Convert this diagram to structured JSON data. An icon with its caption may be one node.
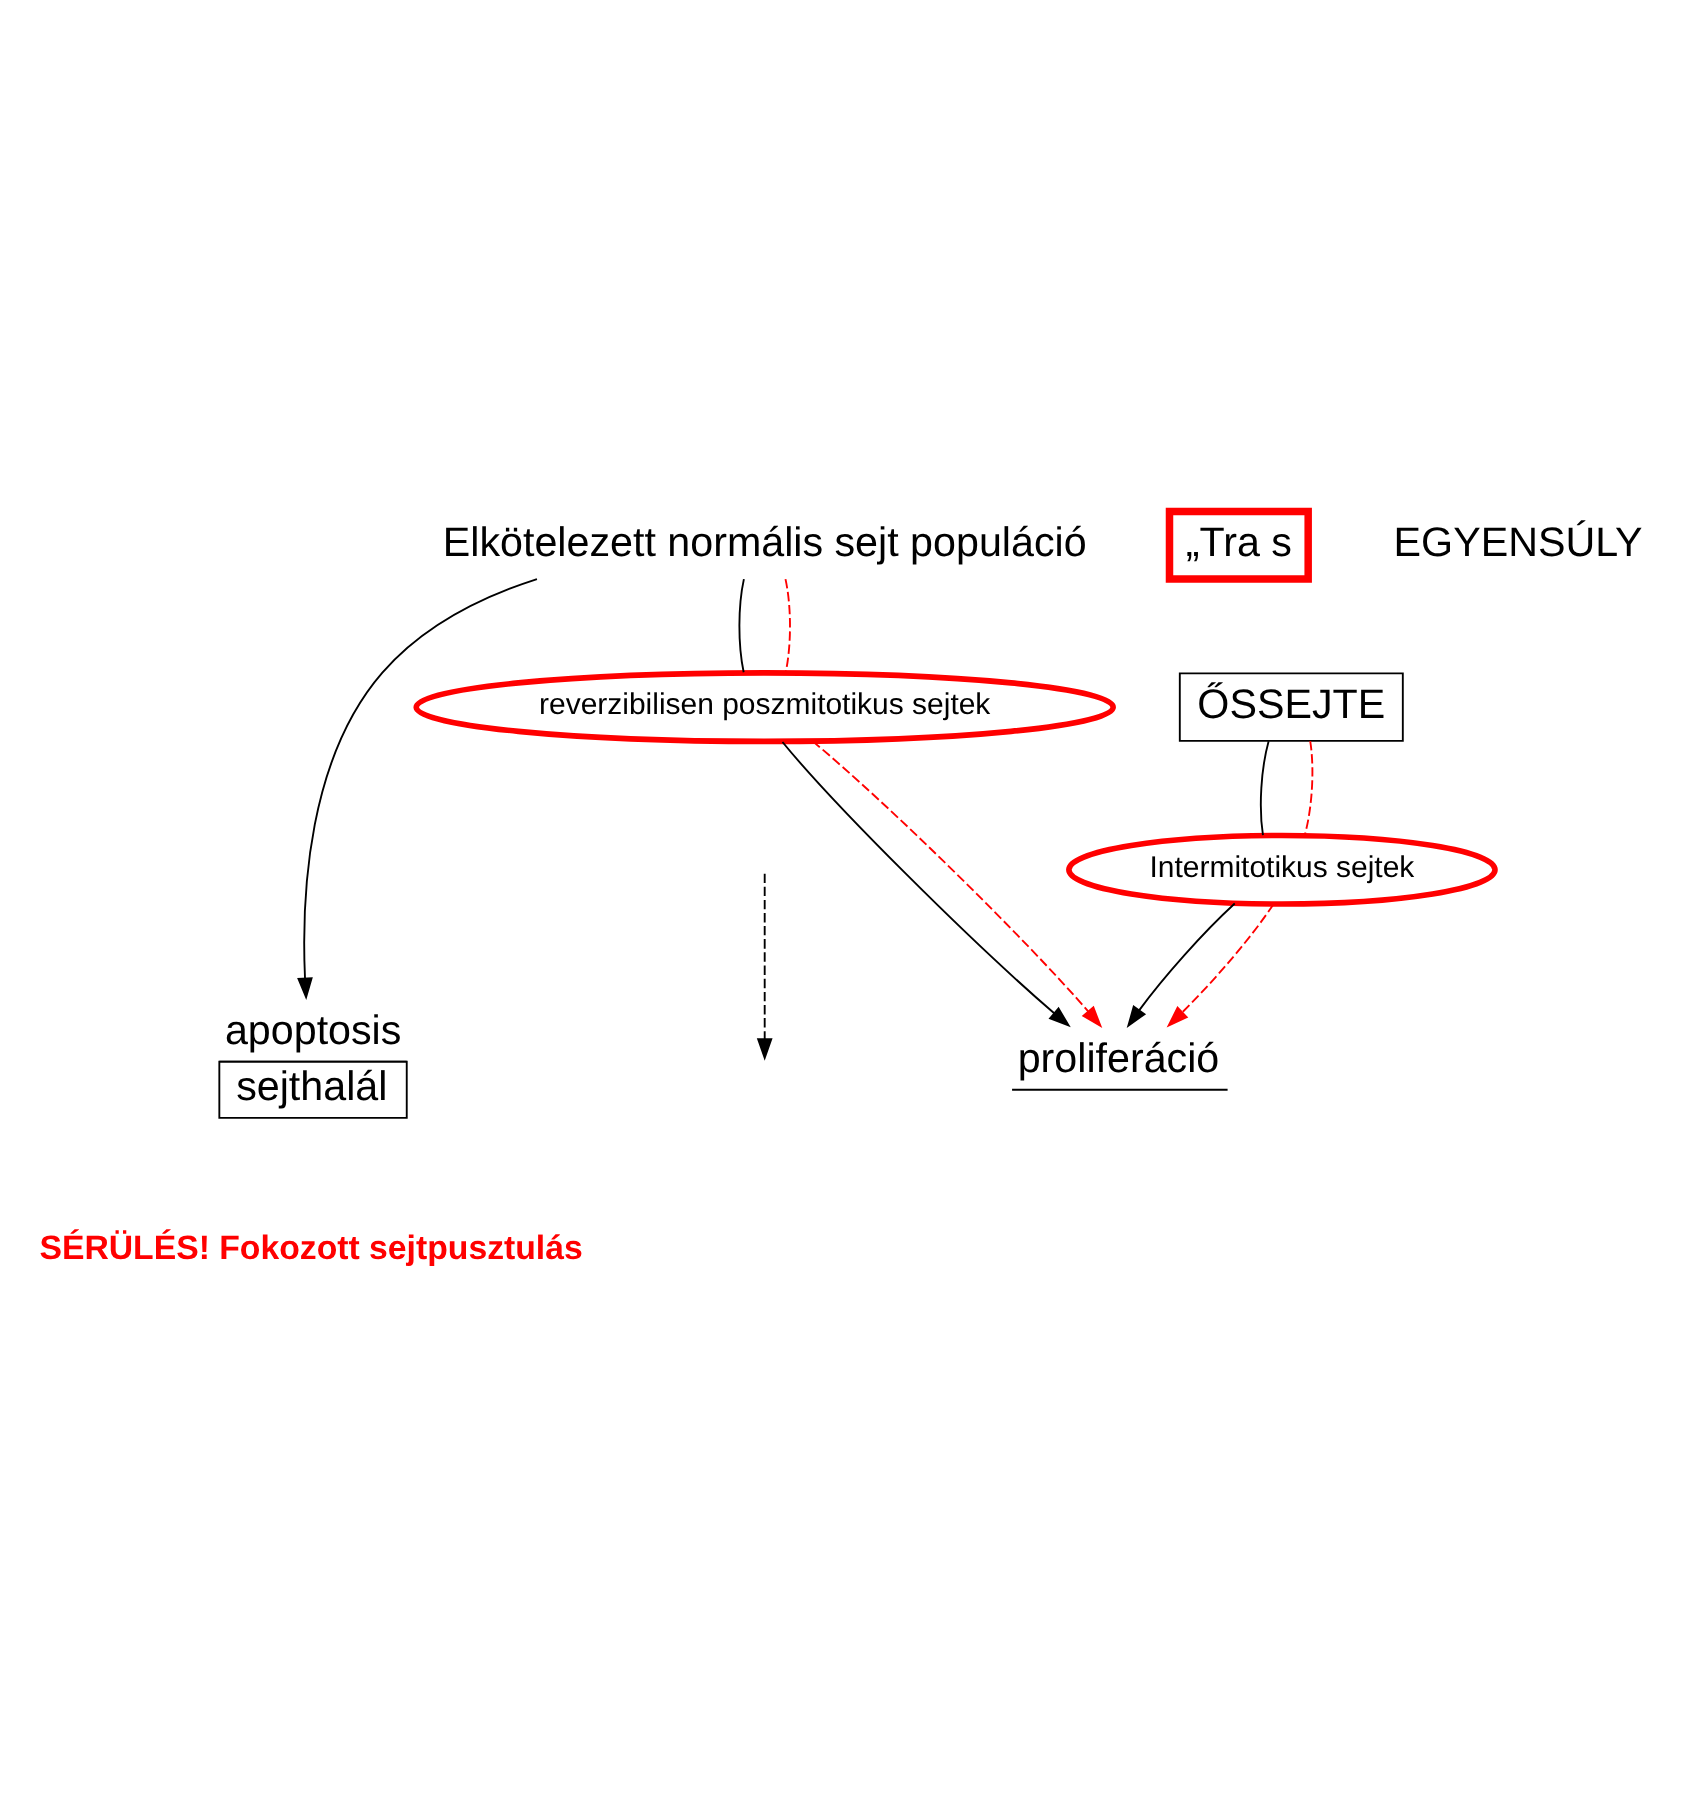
{
  "diagram": {
    "nodes": [
      {
        "text": [
          "Elkötelezett normális sejt populáció"
        ]
      },
      {
        "text": [
          "ŐSSEJTE"
        ]
      },
      {
        "text": [
          "reverzibilisen poszmitotikus sejtek"
        ]
      },
      {
        "text": [
          "Intermitotikus sejtek"
        ]
      },
      {
        "text": [
          "„Tra s"
        ]
      },
      {
        "text": [
          "apoptosis",
          "sejthalál"
        ]
      },
      {
        "text": [
          "proliferáció"
        ]
      }
    ],
    "edges": [
      {
        "from": 0,
        "to": 5,
        "arrow": "to"
      },
      {
        "from": 0,
        "to": 2,
        "arrow": "none"
      },
      {
        "from": 0,
        "to": 2,
        "arrow": "none",
        "style": "dashed",
        "color": "#ff0000"
      },
      {
        "from": 1,
        "to": 3,
        "arrow": "none"
      },
      {
        "from": 1,
        "to": 3,
        "arrow": "none",
        "style": "dashed",
        "color": "#ff0000"
      },
      {
        "from": 2,
        "to": 6,
        "arrow": "to"
      },
      {
        "from": 2,
        "to": 6,
        "arrow": "to",
        "style": "dashed",
        "color": "#ff0000"
      },
      {
        "from": 3,
        "to": 6,
        "arrow": "to"
      },
      {
        "from": 3,
        "to": 6,
        "arrow": "to",
        "style": "dashed",
        "color": "#ff0000"
      }
    ],
    "labels": [
      "EGYENSÚLY",
      "SÉRÜLÉS! Fokozott sejtpusztulás"
    ]
  }
}
